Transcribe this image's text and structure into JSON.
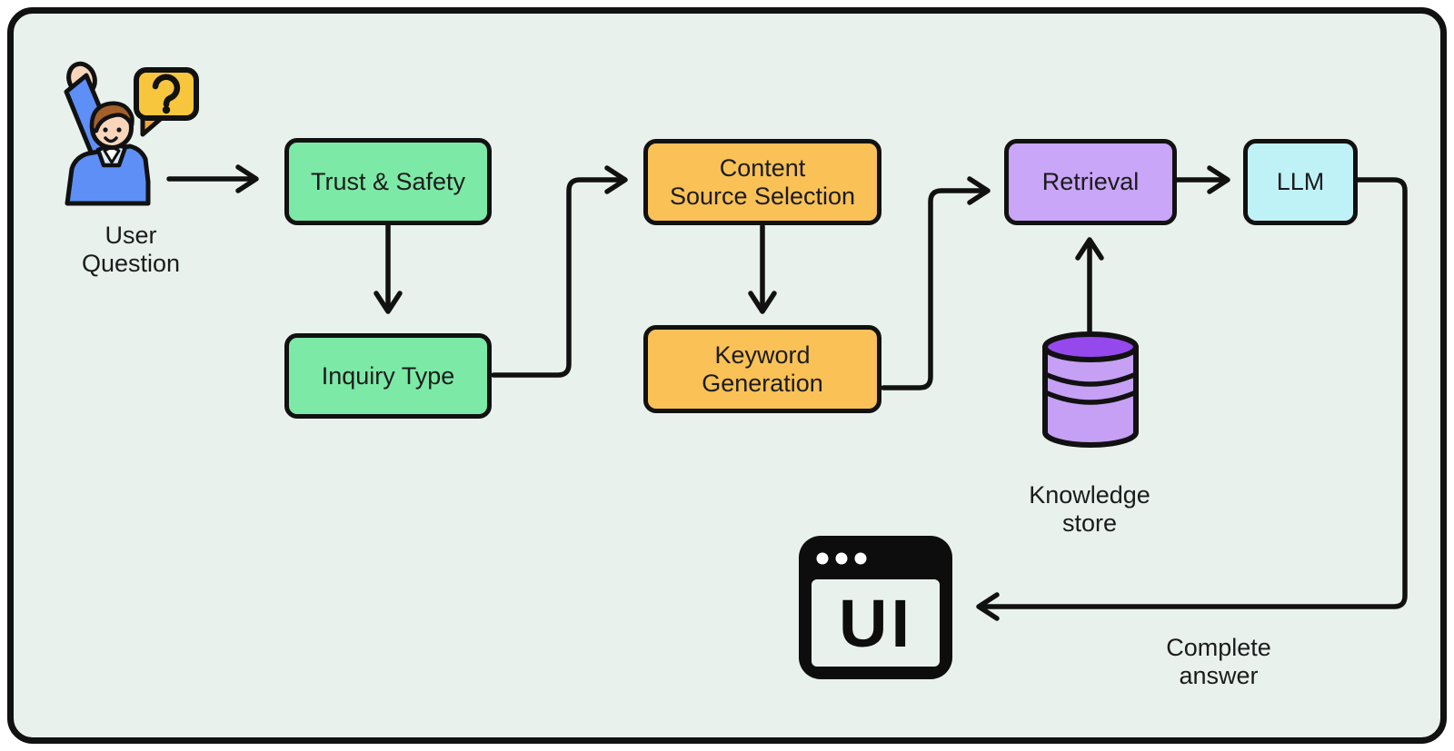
{
  "colors": {
    "bg": "#e9f1ec",
    "outline": "#111111",
    "ink": "#1b1b1d",
    "green": "#7de9a6",
    "orange": "#f9c156",
    "purple": "#c9a6f7",
    "cyan": "#bff2f7",
    "cylinder-body": "#c5a0f4",
    "cylinder-top": "#9549ec",
    "bubble": "#f8c63d",
    "bubble-tail": "#f0a73a",
    "skin": "#f9d6bb",
    "hair": "#a2602b",
    "shirt": "#5d8ff6",
    "collar": "#dce9fb",
    "icon-black": "#0d0d0d"
  },
  "nodes": {
    "user_question": {
      "line1": "User",
      "line2": "Question"
    },
    "trust_safety": {
      "label": "Trust & Safety"
    },
    "inquiry_type": {
      "label": "Inquiry Type"
    },
    "content_source_selection": {
      "line1": "Content",
      "line2": "Source Selection"
    },
    "keyword_generation": {
      "line1": "Keyword",
      "line2": "Generation"
    },
    "retrieval": {
      "label": "Retrieval"
    },
    "llm": {
      "label": "LLM"
    },
    "knowledge_store": {
      "line1": "Knowledge",
      "line2": "store"
    },
    "complete_answer": {
      "line1": "Complete",
      "line2": "answer"
    },
    "ui": {
      "icon_text": "UI"
    }
  },
  "icons": {
    "question_mark": "?"
  },
  "flow": {
    "edges": [
      {
        "from": "User Question",
        "to": "Trust & Safety"
      },
      {
        "from": "Trust & Safety",
        "to": "Inquiry Type"
      },
      {
        "from": "Inquiry Type",
        "to": "Content Source Selection"
      },
      {
        "from": "Content Source Selection",
        "to": "Keyword Generation"
      },
      {
        "from": "Keyword Generation",
        "to": "Retrieval"
      },
      {
        "from": "Knowledge store",
        "to": "Retrieval"
      },
      {
        "from": "Retrieval",
        "to": "LLM"
      },
      {
        "from": "LLM",
        "to": "UI",
        "label": "Complete answer"
      }
    ]
  }
}
